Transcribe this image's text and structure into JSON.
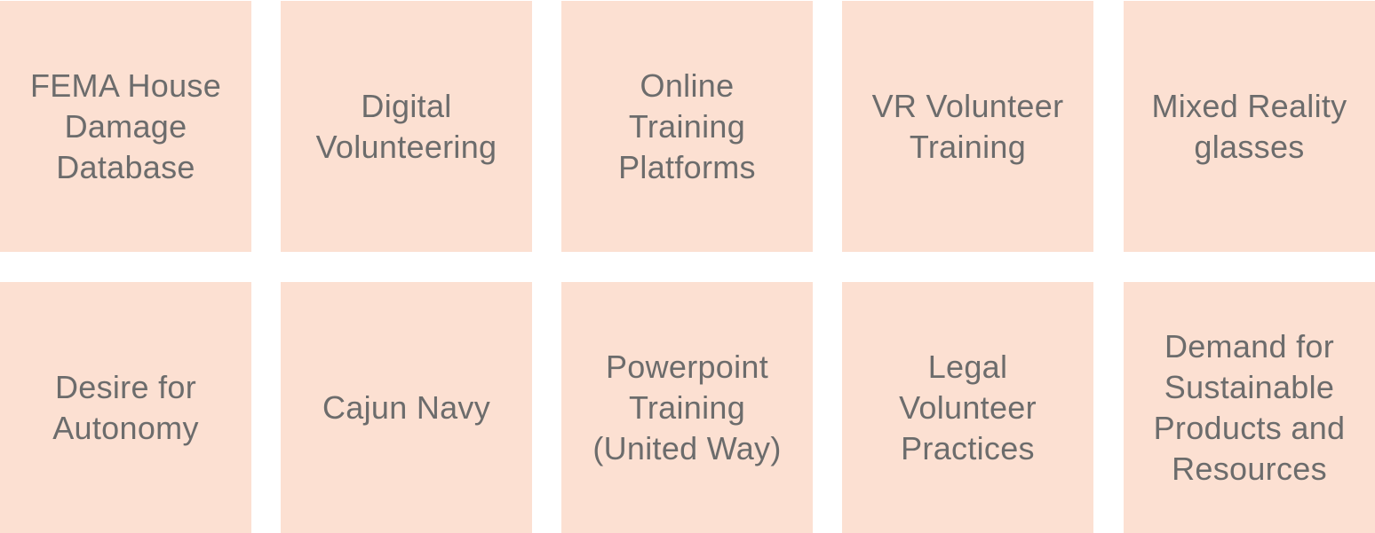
{
  "notes": [
    {
      "text": "FEMA House\nDamage\nDatabase"
    },
    {
      "text": "Digital\nVolunteering"
    },
    {
      "text": "Online\nTraining\nPlatforms"
    },
    {
      "text": "VR Volunteer\nTraining"
    },
    {
      "text": "Mixed Reality\nglasses"
    },
    {
      "text": "Desire for\nAutonomy"
    },
    {
      "text": "Cajun Navy"
    },
    {
      "text": "Powerpoint\nTraining\n(United Way)"
    },
    {
      "text": "Legal\nVolunteer\nPractices"
    },
    {
      "text": "Demand for\nSustainable\nProducts and\nResources"
    }
  ]
}
